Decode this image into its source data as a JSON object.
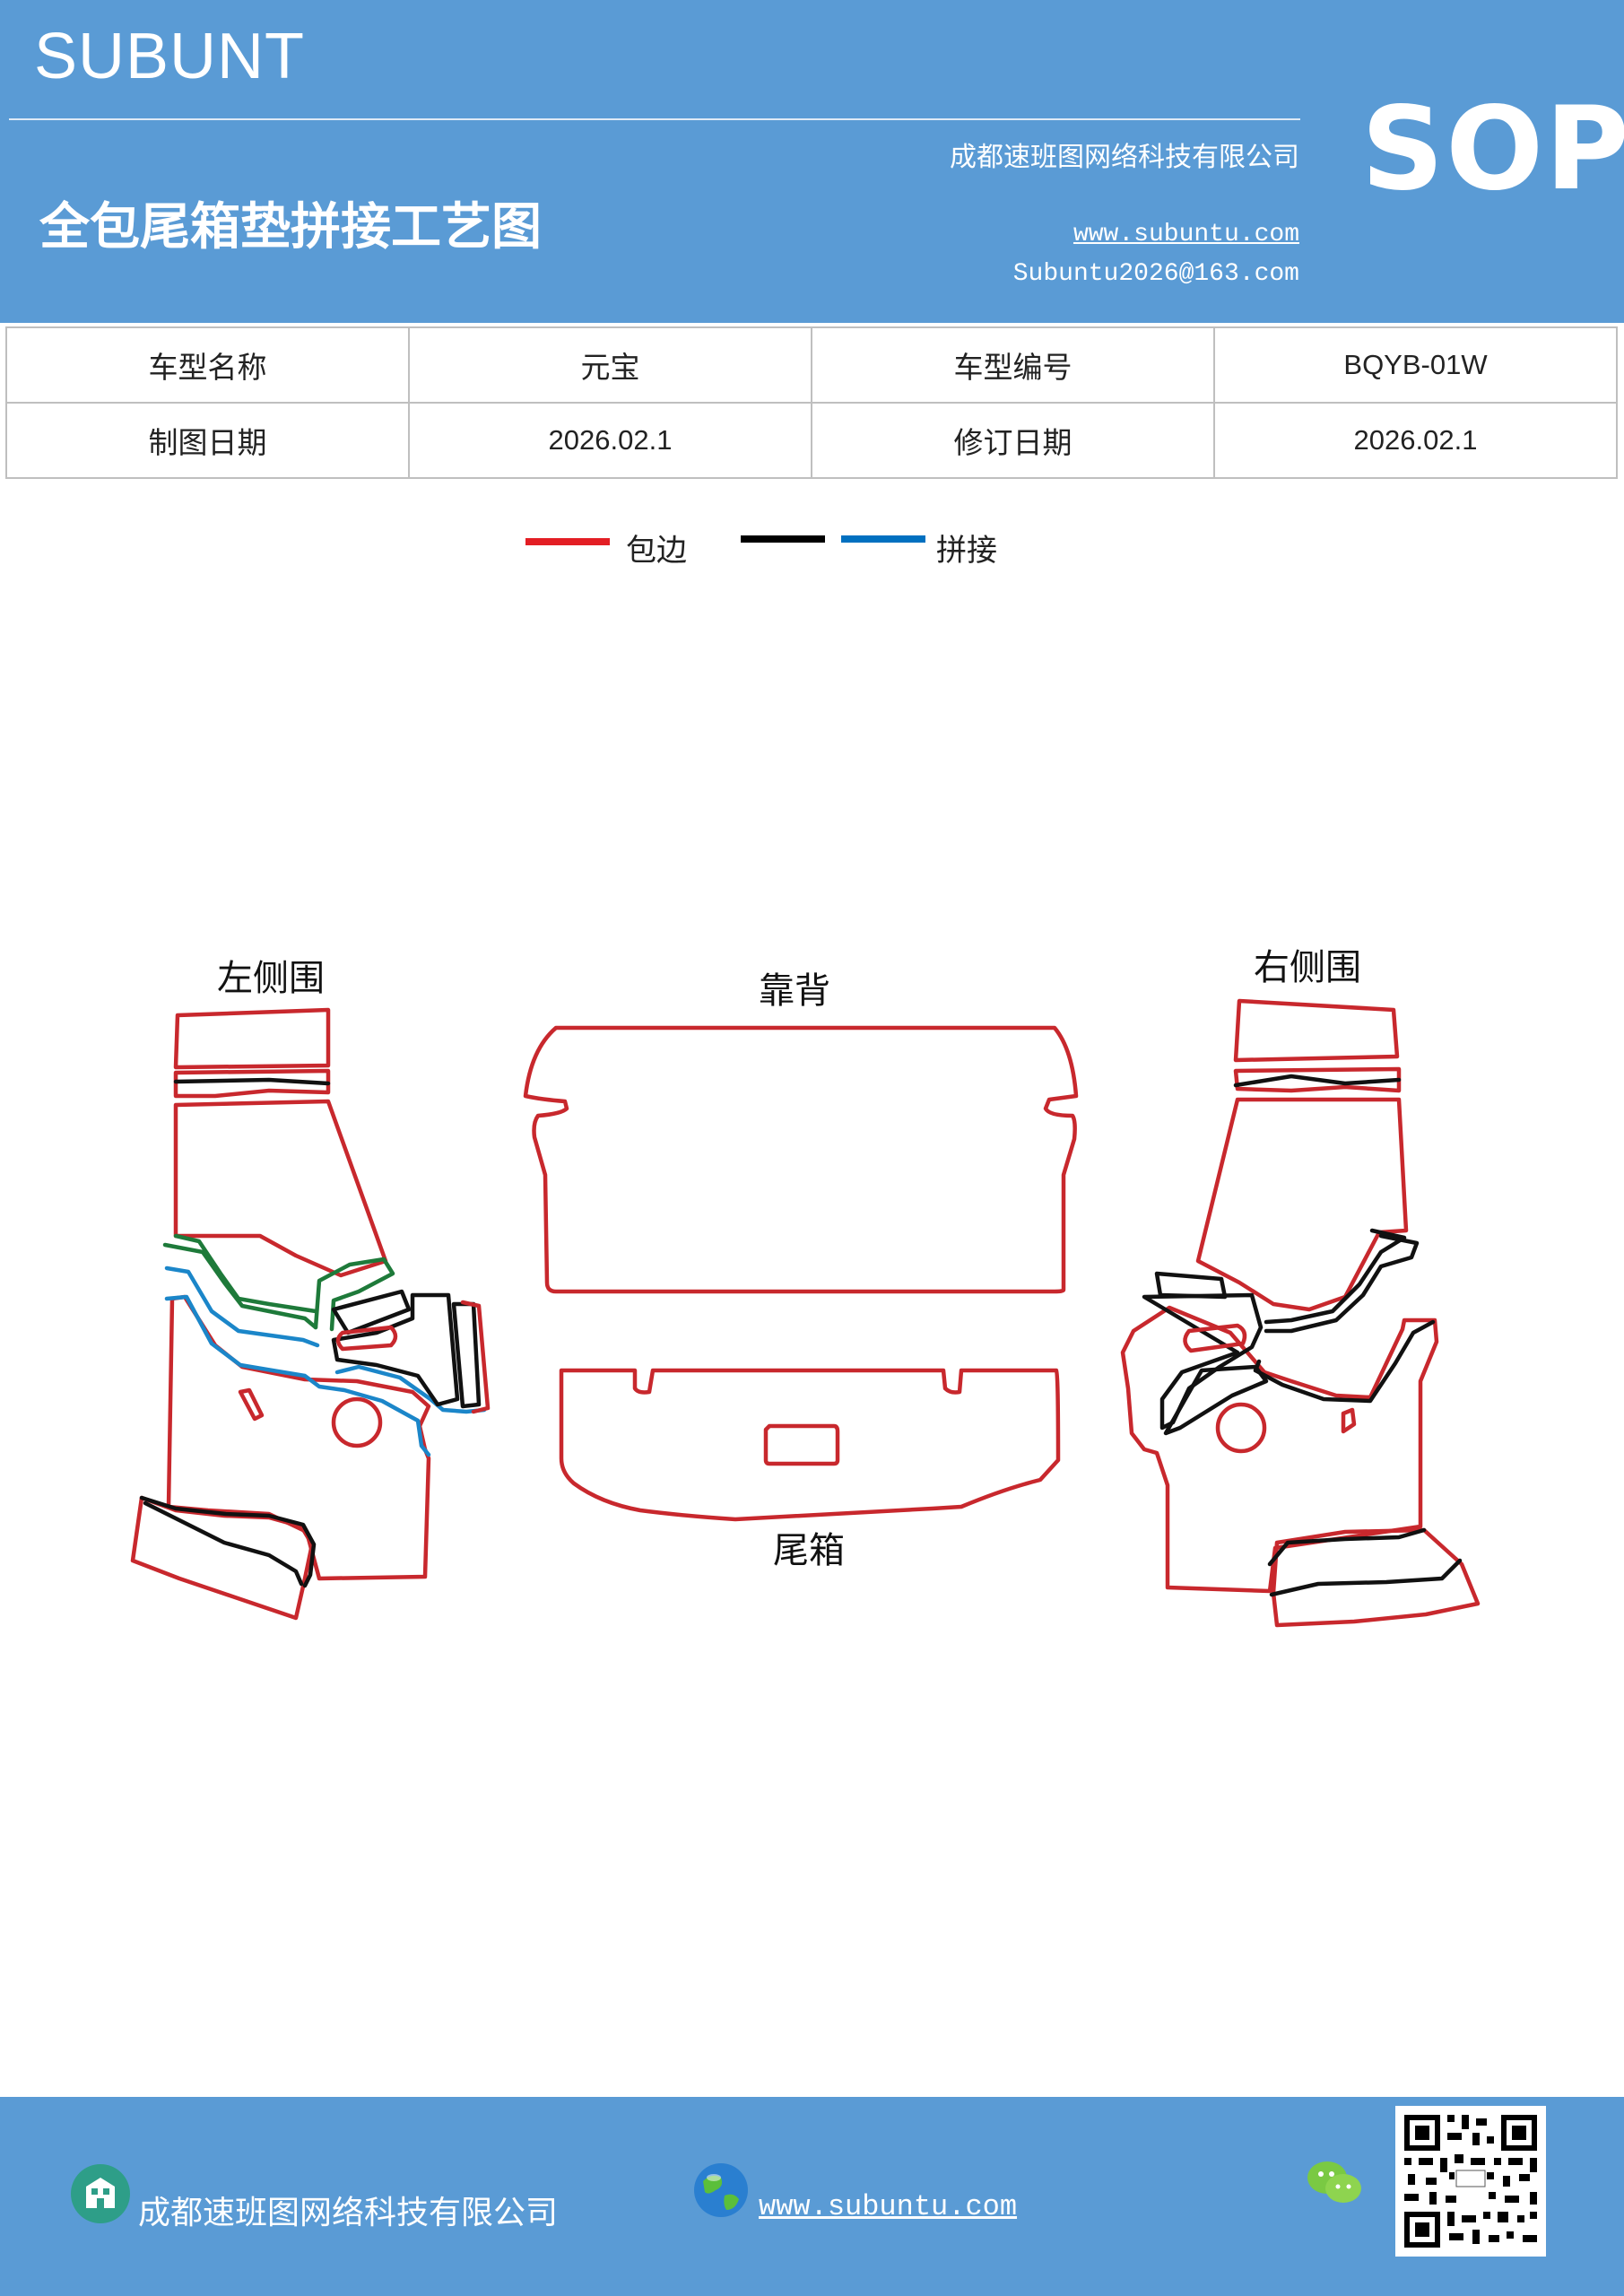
{
  "header": {
    "brand": "SUBUNT",
    "title": "全包尾箱垫拼接工艺图",
    "company": "成都速班图网络科技有限公司",
    "website": "www.subuntu.com",
    "email": "Subuntu2026@163.com",
    "badge": "SOP"
  },
  "info_table": {
    "row1": {
      "label1": "车型名称",
      "value1": "元宝",
      "label2": "车型编号",
      "value2": "BQYB-01W"
    },
    "row2": {
      "label1": "制图日期",
      "value1": "2026.02.1",
      "label2": "修订日期",
      "value2": "2026.02.1"
    }
  },
  "legend": {
    "items": [
      {
        "label": "包边",
        "color": "#e31e24"
      },
      {
        "label": "",
        "color": "#000000"
      },
      {
        "label": "拼接",
        "color": "#0070c0"
      }
    ]
  },
  "diagram": {
    "labels": {
      "left": "左侧围",
      "back": "靠背",
      "right": "右侧围",
      "trunk": "尾箱"
    },
    "colors": {
      "edge": "#c8282d",
      "seam_black": "#111111",
      "seam_blue": "#1b86c9",
      "seam_green": "#1e7a3a"
    }
  },
  "footer": {
    "company": "成都速班图网络科技有限公司",
    "website": "www.subuntu.com",
    "icons": [
      "building-icon",
      "globe-icon",
      "wechat-icon",
      "qr-code"
    ]
  }
}
